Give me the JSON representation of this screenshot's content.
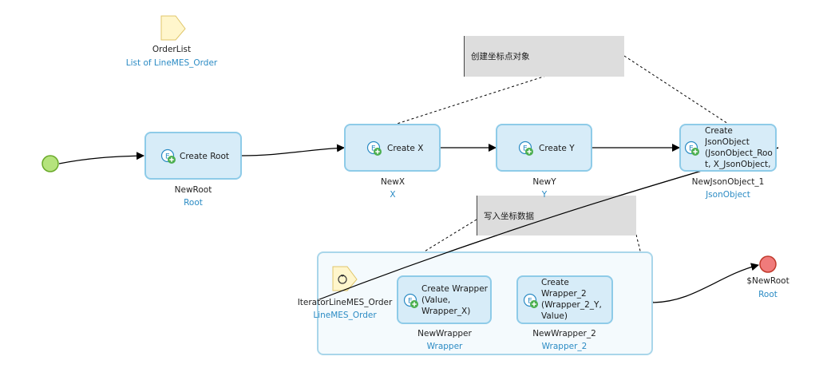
{
  "params": {
    "orderlist": {
      "name": "OrderList",
      "type": "List of LineMES_Order"
    }
  },
  "activities": {
    "create_root": {
      "label": "Create Root",
      "var": "NewRoot",
      "type": "Root"
    },
    "create_x": {
      "label": "Create X",
      "var": "NewX",
      "type": "X"
    },
    "create_y": {
      "label": "Create Y",
      "var": "NewY",
      "type": "Y"
    },
    "create_json": {
      "label_lines": [
        "Create",
        "JsonObject",
        "(JsonObject_Roo",
        "t, X_JsonObject,"
      ],
      "var": "NewJsonObject_1",
      "type": "JsonObject"
    },
    "create_wrapper": {
      "label_lines": [
        "Create Wrapper",
        "(Value,",
        "Wrapper_X)"
      ],
      "var": "NewWrapper",
      "type": "Wrapper"
    },
    "create_wrapper2": {
      "label_lines": [
        "Create",
        "Wrapper_2",
        "(Wrapper_2_Y,",
        "Value)"
      ],
      "var": "NewWrapper_2",
      "type": "Wrapper_2"
    }
  },
  "notes": {
    "note1": "创建坐标点对象",
    "note2": "写入坐标数据"
  },
  "loop": {
    "iterator": "IteratorLineMES_Order",
    "type": "LineMES_Order"
  },
  "end": {
    "var": "$NewRoot",
    "type": "Root"
  },
  "colors": {
    "start": "#b5e37d",
    "end": "#f07b7b",
    "activity_fill": "#d7ecf8",
    "activity_border": "#8ecbe8",
    "type_text": "#2b8bc4"
  }
}
